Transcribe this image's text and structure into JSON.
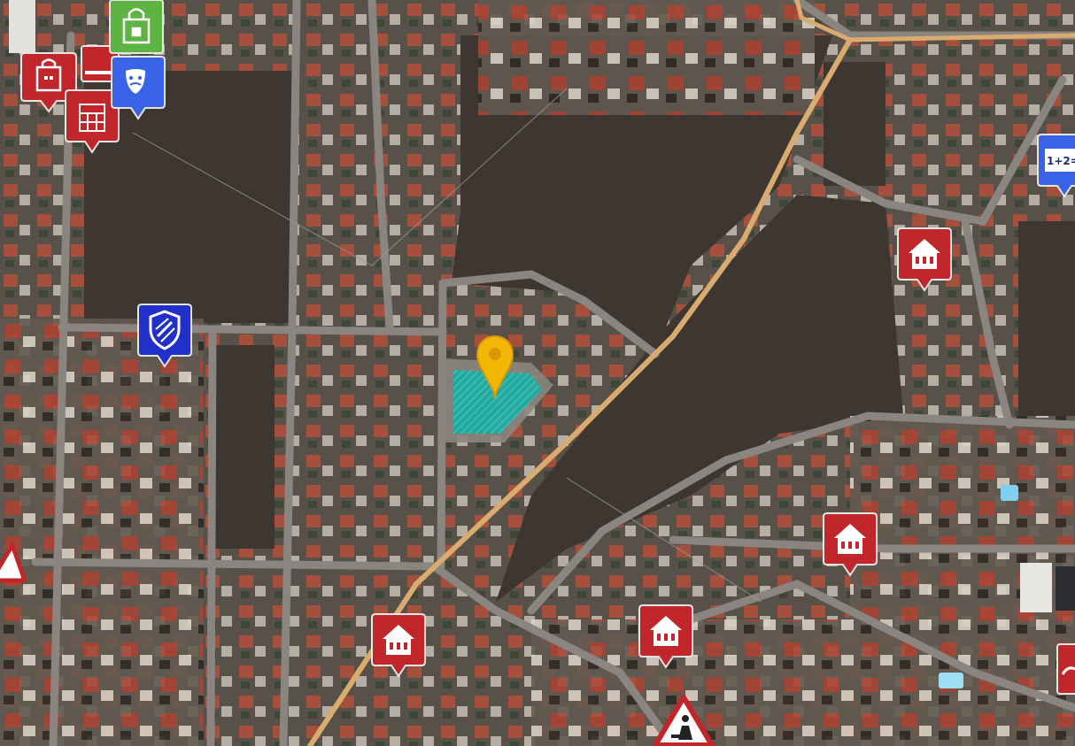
{
  "map": {
    "view": "satellite",
    "colors": {
      "ground_dark": "#4a3f36",
      "ground_fields": "#3e3630",
      "road": "#8a8580",
      "main_road": "#d9ab6f",
      "roof": "#b4523e",
      "highlight_parcel": "#23a9a0",
      "marker_red": "#c0262a",
      "marker_blue": "#2030c8",
      "marker_green": "#5db442",
      "marker_lightblue": "#3a64e8",
      "pin_yellow": "#f2b705"
    }
  },
  "markers": [
    {
      "name": "shopping-marker",
      "icon": "shopping-bag-icon",
      "color": "#c0262a"
    },
    {
      "name": "shopping-marker-2",
      "icon": "shopping-bag-icon",
      "color": "#c0262a"
    },
    {
      "name": "calculator-marker",
      "icon": "calculator-icon",
      "color": "#c0262a"
    },
    {
      "name": "green-shop-marker",
      "icon": "shop-icon",
      "color": "#5db442"
    },
    {
      "name": "theatre-marker",
      "icon": "theatre-masks-icon",
      "color": "#3a64e8"
    },
    {
      "name": "police-marker",
      "icon": "shield-icon",
      "color": "#2030c8"
    },
    {
      "name": "school-marker",
      "icon": "math-board-icon",
      "color": "#3a64e8",
      "label": "1+2="
    },
    {
      "name": "residence-marker-1",
      "icon": "house-icon",
      "color": "#c0262a"
    },
    {
      "name": "residence-marker-2",
      "icon": "house-icon",
      "color": "#c0262a"
    },
    {
      "name": "residence-marker-3",
      "icon": "house-icon",
      "color": "#c0262a"
    },
    {
      "name": "residence-marker-4",
      "icon": "house-icon",
      "color": "#c0262a"
    },
    {
      "name": "warning-marker-left",
      "icon": "warning-icon",
      "color": "#c0262a"
    },
    {
      "name": "roadwork-marker",
      "icon": "roadwork-icon",
      "color": "#c0262a"
    },
    {
      "name": "edge-marker-right",
      "icon": "warning-icon",
      "color": "#c0262a"
    }
  ],
  "location_pin": {
    "icon": "map-pin-icon",
    "color": "#f2b705"
  }
}
